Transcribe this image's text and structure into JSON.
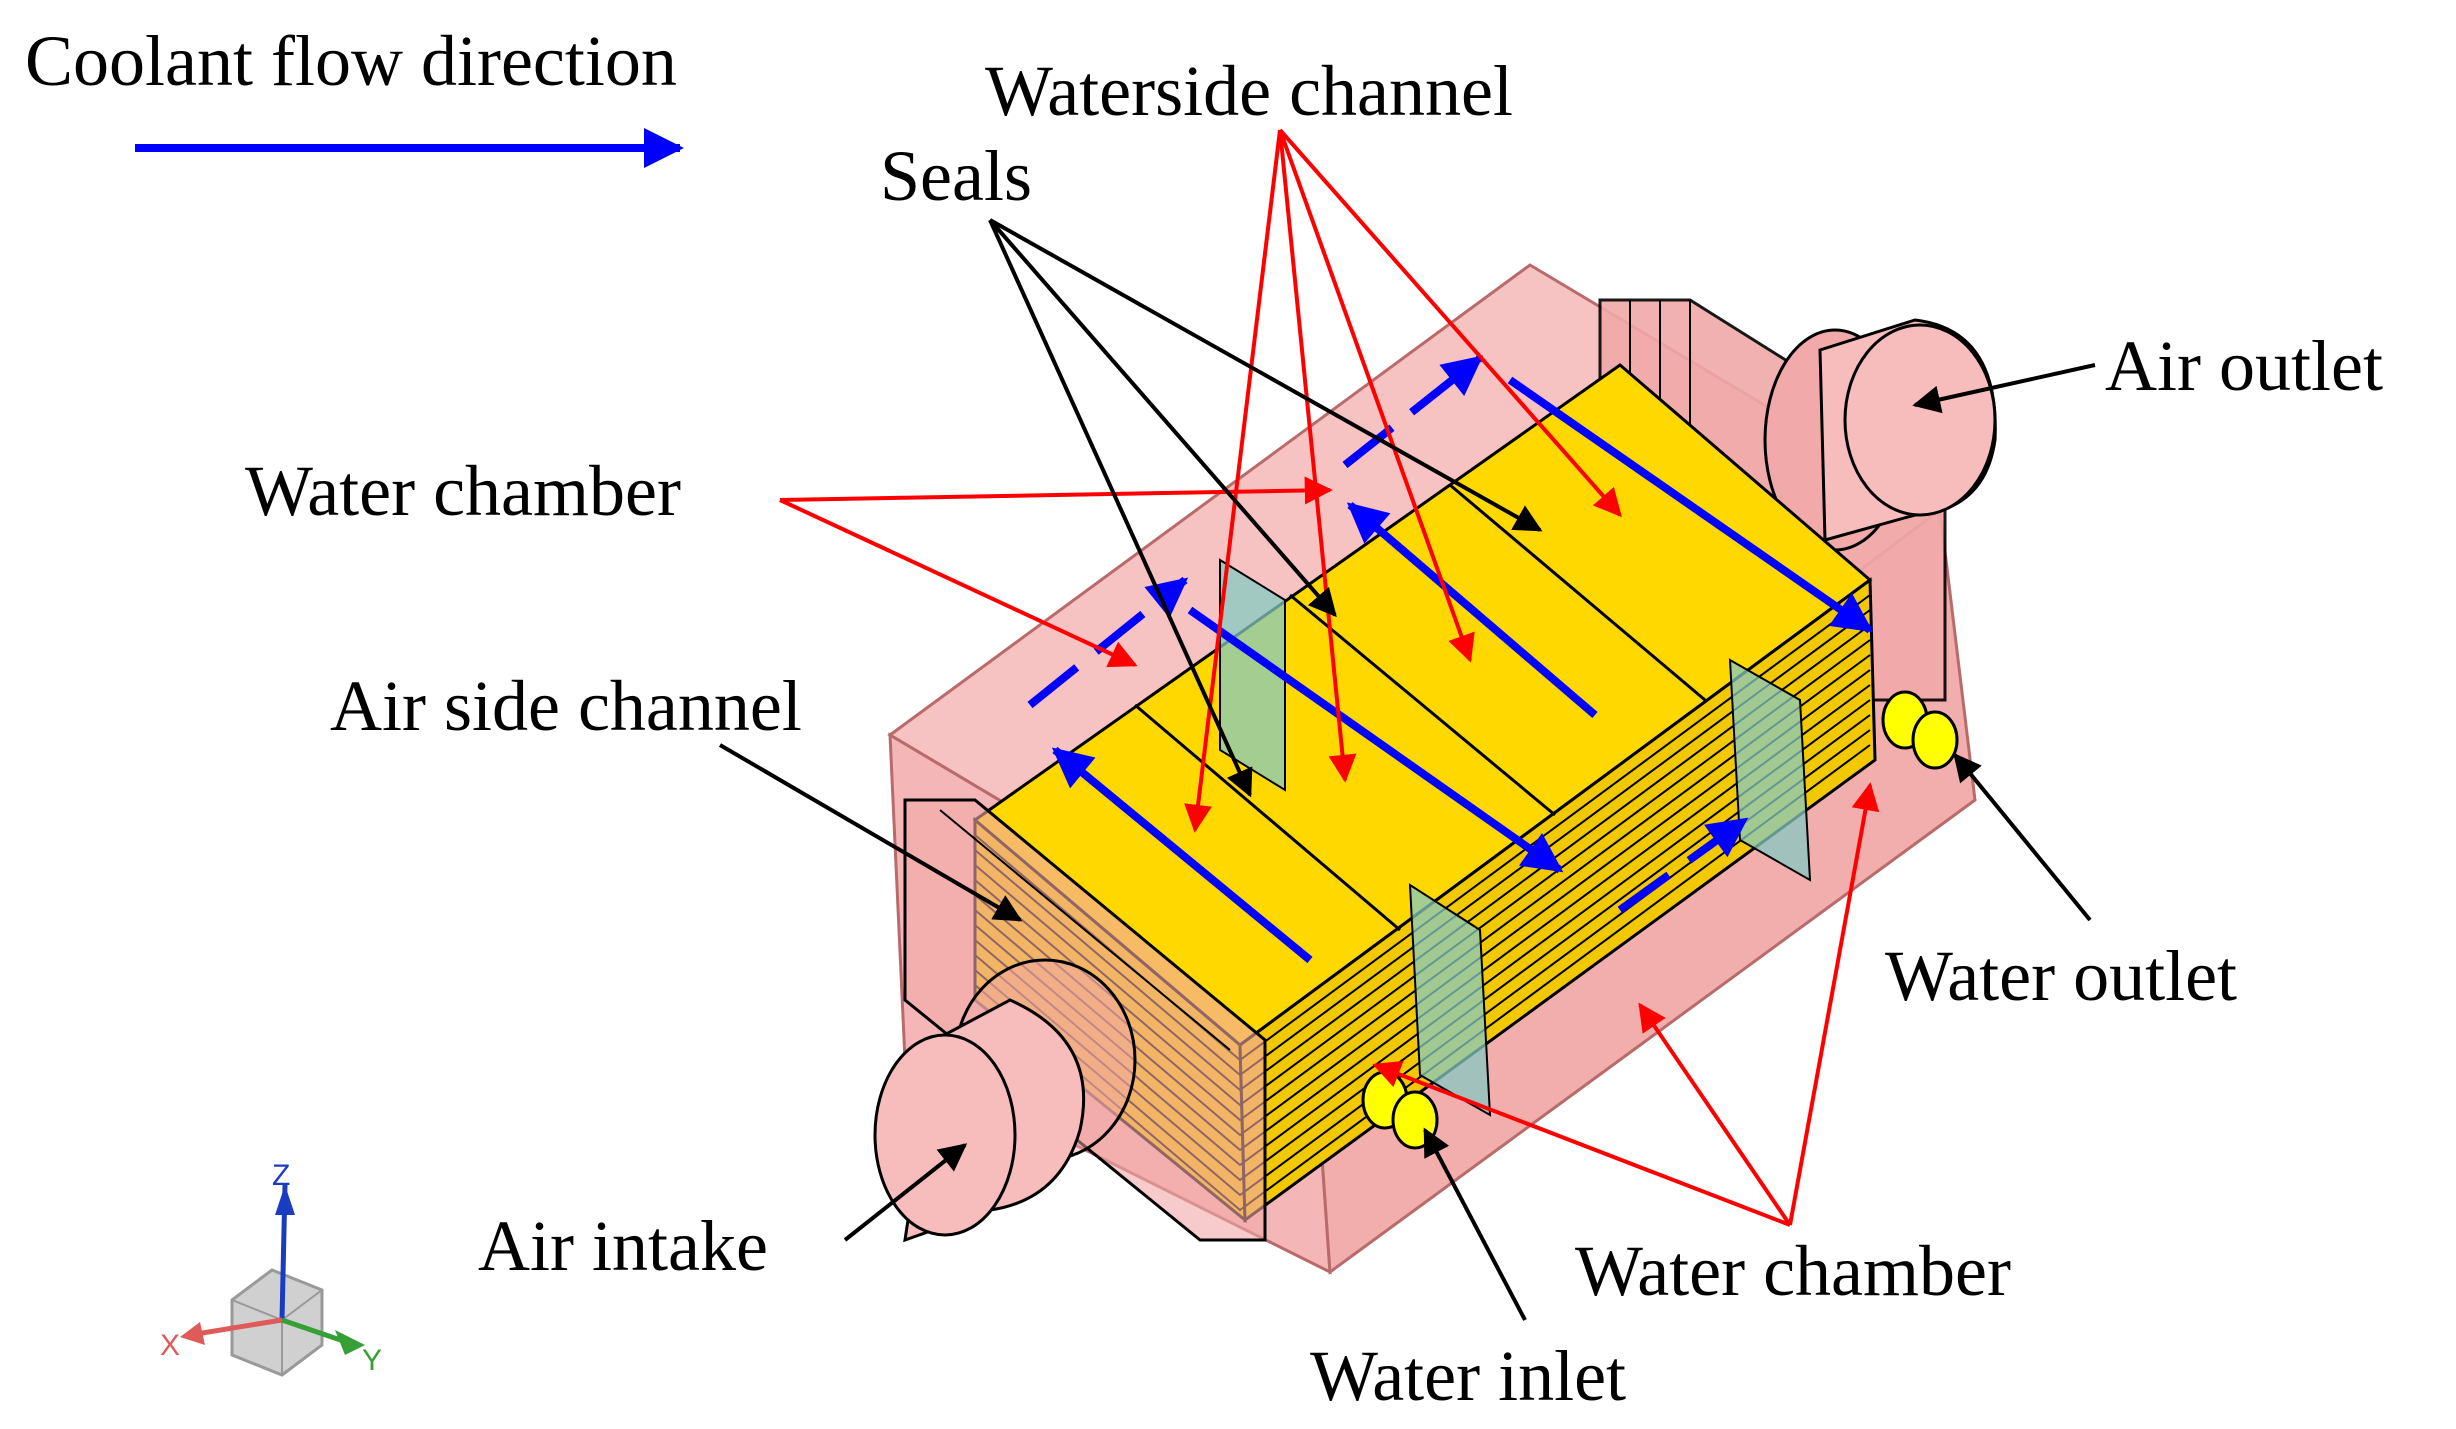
{
  "legend": {
    "text": "Coolant flow direction",
    "arrow_color": "#0000ff"
  },
  "labels": {
    "waterside_channel": "Waterside channel",
    "seals": "Seals",
    "water_chamber_top": "Water chamber",
    "air_side_channel": "Air side channel",
    "air_outlet": "Air outlet",
    "water_outlet": "Water outlet",
    "air_intake": "Air intake",
    "water_chamber_bottom": "Water chamber",
    "water_inlet": "Water inlet"
  },
  "axes_triad": {
    "x": "X",
    "y": "Y",
    "z": "Z"
  },
  "colors": {
    "housing_fill": "#f4b8b8",
    "housing_stroke": "#c87878",
    "core_top": "#ffd700",
    "core_side": "#f0c400",
    "seal_fill": "#86c9c2",
    "flow_arrow": "#0000ff",
    "red_leader": "#ff0000",
    "black_leader": "#000000",
    "port_fill": "#ffff00"
  }
}
